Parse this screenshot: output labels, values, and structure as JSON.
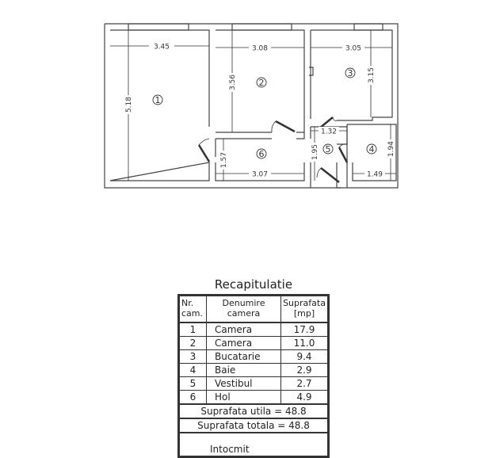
{
  "floor_plan": {
    "rooms": [
      {
        "number": "1",
        "width": "3.45",
        "length": "5.18"
      },
      {
        "number": "2",
        "width": "3.08",
        "length": "3.56"
      },
      {
        "number": "3",
        "width": "3.05",
        "length": "3.15"
      },
      {
        "number": "4",
        "width": "1.49",
        "length": "1.94"
      },
      {
        "number": "5",
        "width": "1.32",
        "length": "1.95"
      },
      {
        "number": "6",
        "width": "3.07",
        "length": "1.57"
      }
    ]
  },
  "summary": {
    "title": "Recapitulatie",
    "headers": {
      "nr": "Nr. cam.",
      "name": "Denumire camera",
      "area": "Suprafata [mp]"
    },
    "rows": [
      {
        "nr": "1",
        "name": "Camera",
        "area": "17.9"
      },
      {
        "nr": "2",
        "name": "Camera",
        "area": "11.0"
      },
      {
        "nr": "3",
        "name": "Bucatarie",
        "area": "9.4"
      },
      {
        "nr": "4",
        "name": "Baie",
        "area": "2.9"
      },
      {
        "nr": "5",
        "name": "Vestibul",
        "area": "2.7"
      },
      {
        "nr": "6",
        "name": "Hol",
        "area": "4.9"
      }
    ],
    "usable_area": "Suprafata utila = 48.8",
    "total_area": "Suprafata totala = 48.8",
    "footer": "Intocmit"
  }
}
